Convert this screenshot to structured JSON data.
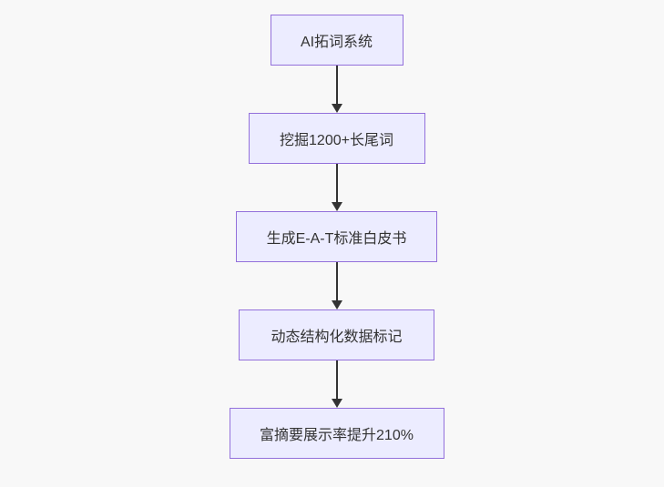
{
  "page": {
    "background_color": "#f8f8f8"
  },
  "diagram": {
    "type": "flowchart",
    "direction": "top-down",
    "theme": {
      "node_fill": "#ECECFF",
      "node_border": "#9370DB",
      "text_color": "#333333",
      "arrow_color": "#333333"
    },
    "nodes": [
      {
        "id": "A",
        "label": "AI拓词系统"
      },
      {
        "id": "B",
        "label": "挖掘1200+长尾词"
      },
      {
        "id": "C",
        "label": "生成E-A-T标准白皮书"
      },
      {
        "id": "D",
        "label": "动态结构化数据标记"
      },
      {
        "id": "E",
        "label": "富摘要展示率提升210%"
      }
    ],
    "edges": [
      {
        "from": "A",
        "to": "B",
        "style": "arrow-down"
      },
      {
        "from": "B",
        "to": "C",
        "style": "arrow-down"
      },
      {
        "from": "C",
        "to": "D",
        "style": "arrow-down"
      },
      {
        "from": "D",
        "to": "E",
        "style": "arrow-down"
      }
    ]
  }
}
